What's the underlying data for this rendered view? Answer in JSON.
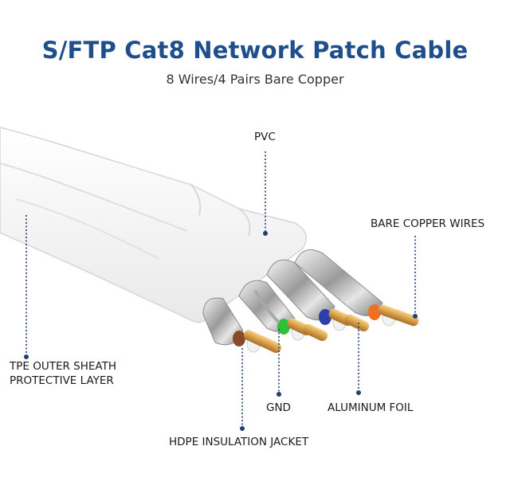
{
  "title": "S/FTP Cat8 Network Patch Cable",
  "subtitle": "8 Wires/4 Pairs Bare Copper",
  "labels": {
    "pvc": "PVC",
    "bare_copper": "BARE COPPER WIRES",
    "tpe_line1": "TPE OUTER SHEATH",
    "tpe_line2": "PROTECTIVE LAYER",
    "gnd": "GND",
    "aluminum_foil": "ALUMINUM FOIL",
    "hdpe": "HDPE INSULATION JACKET"
  },
  "colors": {
    "title": "#1f4e8c",
    "leader": "#1f3f73",
    "pair_brown": "#8a4a2a",
    "pair_green": "#2fbf3a",
    "pair_blue": "#2a3fa8",
    "pair_orange": "#f07020",
    "copper": "#d9a048"
  }
}
